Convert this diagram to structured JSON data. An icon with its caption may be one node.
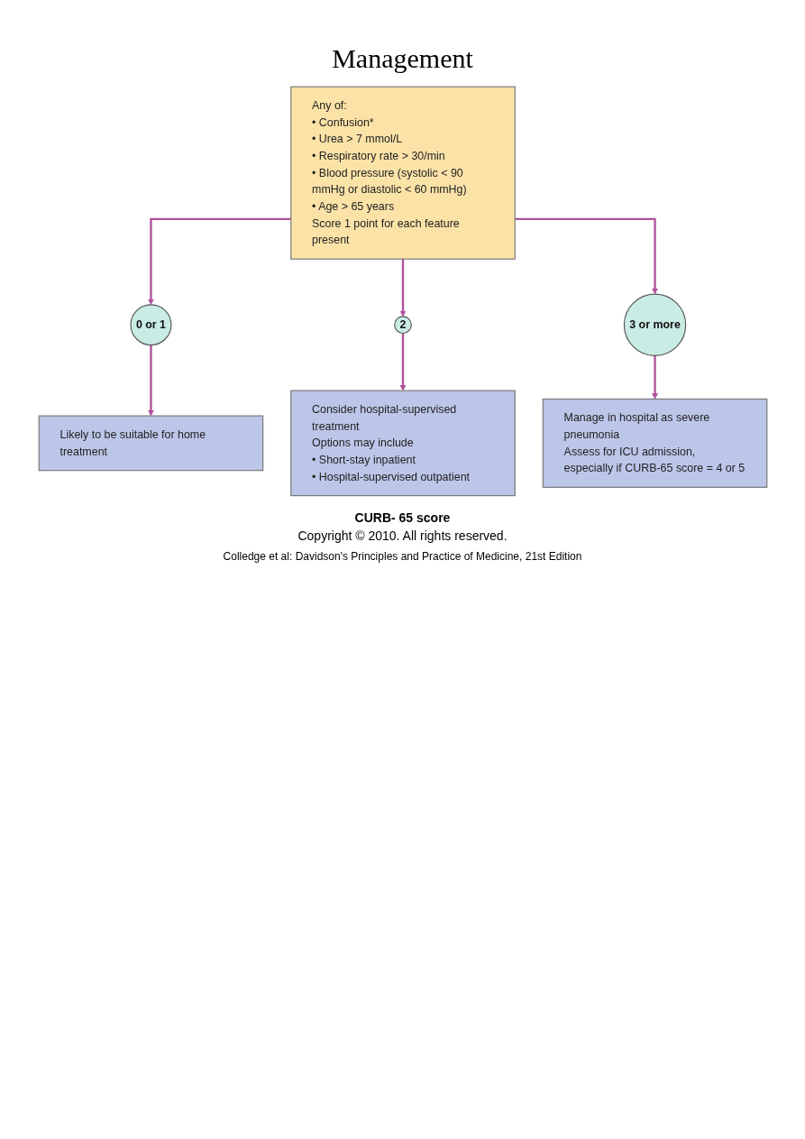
{
  "diagram": {
    "title": "Management",
    "caption": "Colledge et al: Davidson's Principles and Practice of Medicine, 21st Edition",
    "nodes": [
      {
        "text": [
          "Any of:",
          "• Confusion*",
          "• Urea > 7 mmol/L",
          "• Respiratory rate > 30/min",
          "• Blood pressure (systolic < 90 mmHg or diastolic < 60 mmHg)",
          "• Age > 65 years",
          "Score 1 point for each feature present"
        ]
      },
      {
        "text": [
          "0 or 1"
        ]
      },
      {
        "text": [
          "2"
        ]
      },
      {
        "text": [
          "3 or more"
        ]
      },
      {
        "text": [
          "Likely to be suitable for home treatment"
        ]
      },
      {
        "text": [
          "Consider hospital-supervised treatment",
          "Options may include",
          "• Short-stay inpatient",
          "• Hospital-supervised outpatient"
        ]
      },
      {
        "text": [
          "Manage in hospital as severe pneumonia",
          "Assess for ICU admission, especially if CURB-65 score = 4 or 5"
        ]
      }
    ],
    "edges": [
      {
        "from": 0,
        "to": 1,
        "arrow": "to"
      },
      {
        "from": 0,
        "to": 2,
        "arrow": "to"
      },
      {
        "from": 0,
        "to": 3,
        "arrow": "to"
      },
      {
        "from": 1,
        "to": 4,
        "arrow": "to"
      },
      {
        "from": 2,
        "to": 5,
        "arrow": "to"
      },
      {
        "from": 3,
        "to": 6,
        "arrow": "to"
      }
    ],
    "labels": [
      "CURB- 65 score",
      "Copyright © 2010. All rights reserved."
    ]
  }
}
